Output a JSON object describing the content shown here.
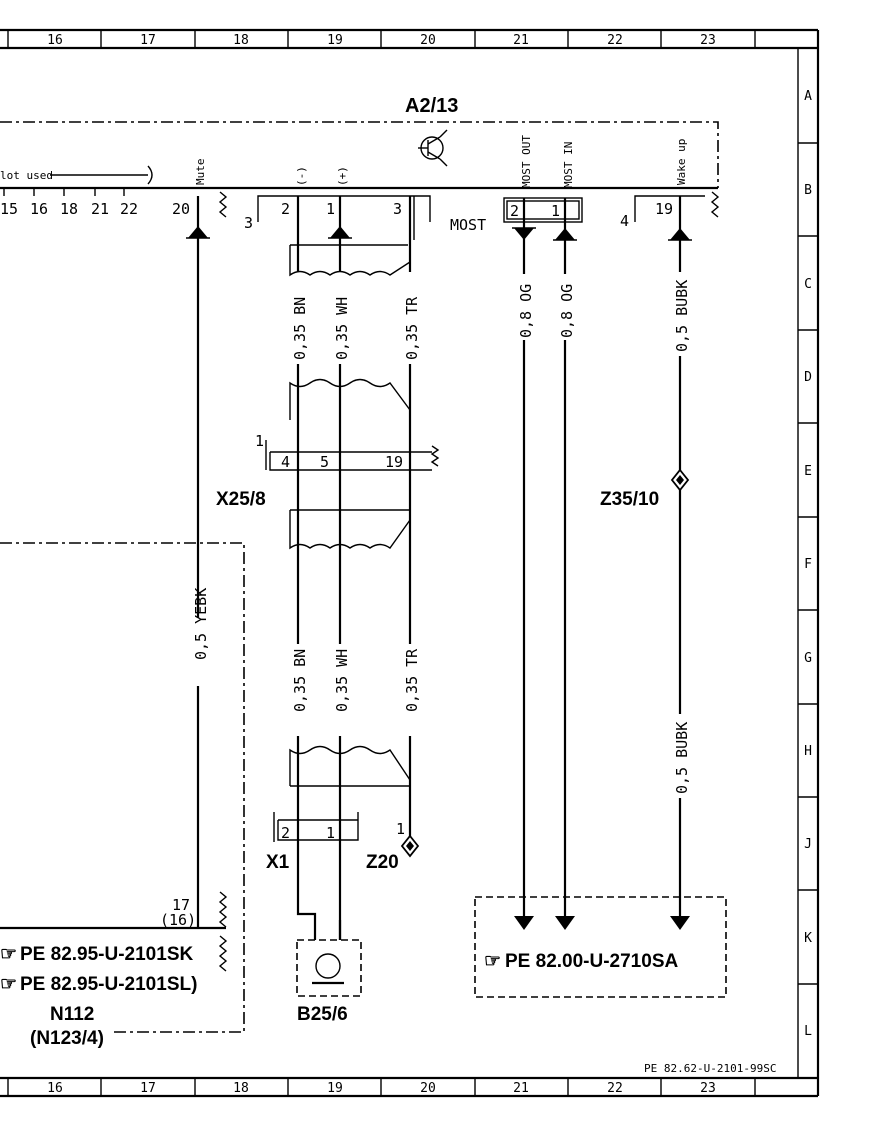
{
  "columns_top": [
    "16",
    "17",
    "18",
    "19",
    "20",
    "21",
    "22",
    "23"
  ],
  "columns_bottom": [
    "16",
    "17",
    "18",
    "19",
    "20",
    "21",
    "22",
    "23"
  ],
  "rows": [
    "A",
    "B",
    "C",
    "D",
    "E",
    "F",
    "G",
    "H",
    "J",
    "K",
    "L"
  ],
  "components": {
    "a2_13": "A2/13",
    "x25_8": "X25/8",
    "z35_10": "Z35/10",
    "x1": "X1",
    "z20": "Z20",
    "b25_6": "B25/6",
    "n112": "N112",
    "n123_4": "(N123/4)"
  },
  "pins": {
    "not_used": "lot used",
    "pins_row": [
      "15",
      "16",
      "18",
      "21",
      "22"
    ],
    "mute_pin": "20",
    "mute": "Mute",
    "minus": "(-)",
    "plus": "(+)",
    "p2": "2",
    "p1": "1",
    "p3": "3",
    "group3": "3",
    "most": "MOST",
    "most_out": "MOST OUT",
    "most_in": "MOST IN",
    "mo2": "2",
    "mi1": "1",
    "group4": "4",
    "wake_pin": "19",
    "wake_up": "Wake up",
    "x25_conn": "1",
    "x25_p4": "4",
    "x25_p5": "5",
    "x25_p19": "19",
    "x1_p2": "2",
    "x1_p1": "1",
    "z20_p1": "1",
    "n112_p17": "17",
    "n112_p16": "(16)"
  },
  "wires": {
    "yebk": "0,5 YEBK",
    "bn_top": "0,35 BN",
    "wh_top": "0,35 WH",
    "tr_top": "0,35 TR",
    "og_out": "0,8 OG",
    "og_in": "0,8 OG",
    "bubk_top": "0,5 BUBK",
    "bn_bot": "0,35 BN",
    "wh_bot": "0,35 WH",
    "tr_bot": "0,35 TR",
    "bubk_bot": "0,5 BUBK"
  },
  "refs": {
    "sk": "PE 82.95-U-2101SK",
    "sl": "PE 82.95-U-2101SL)",
    "most": "PE 82.00-U-2710SA",
    "sheet": "PE 82.62-U-2101-99SC"
  },
  "icons": [
    "pointing-hand-icon",
    "transistor-icon",
    "speaker-icon"
  ]
}
